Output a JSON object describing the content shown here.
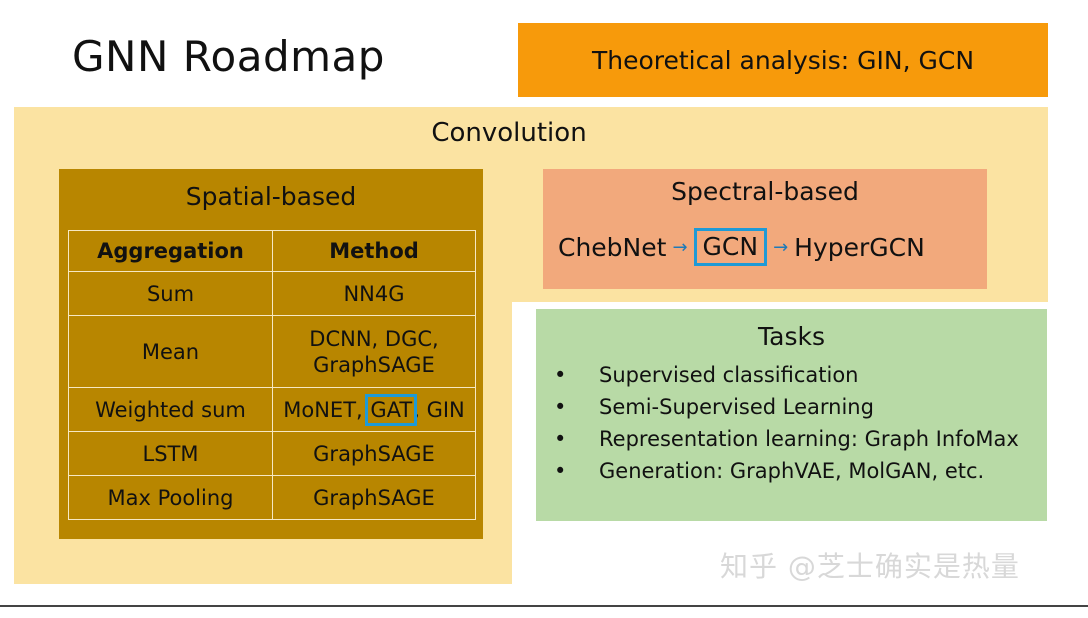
{
  "title": "GNN Roadmap",
  "theoretical": "Theoretical analysis: GIN, GCN",
  "convolution": "Convolution",
  "spatial": {
    "title": "Spatial-based",
    "headers": [
      "Aggregation",
      "Method"
    ],
    "rows": [
      {
        "agg": "Sum",
        "method": "NN4G"
      },
      {
        "agg": "Mean",
        "method_line1": "DCNN, DGC,",
        "method_line2": "GraphSAGE"
      },
      {
        "agg": "Weighted sum",
        "method_pre": "MoNET, ",
        "method_hl": "GAT",
        "method_post": ", GIN"
      },
      {
        "agg": "LSTM",
        "method": "GraphSAGE"
      },
      {
        "agg": "Max Pooling",
        "method": "GraphSAGE"
      }
    ]
  },
  "spectral": {
    "title": "Spectral-based",
    "chain": [
      "ChebNet",
      "GCN",
      "HyperGCN"
    ]
  },
  "tasks": {
    "title": "Tasks",
    "items": [
      "Supervised classification",
      "Semi-Supervised Learning",
      "Representation learning: Graph InfoMax",
      "Generation: GraphVAE, MolGAN, etc."
    ]
  },
  "watermark": "知乎 @芝士确实是热量",
  "colors": {
    "theoretical_bg": "#f79a0b",
    "convolution_bg": "#fbe3a2",
    "spatial_bg": "#b88600",
    "spectral_bg": "#f2a97c",
    "tasks_bg": "#b8daa6",
    "highlight": "#1e9ad6"
  }
}
